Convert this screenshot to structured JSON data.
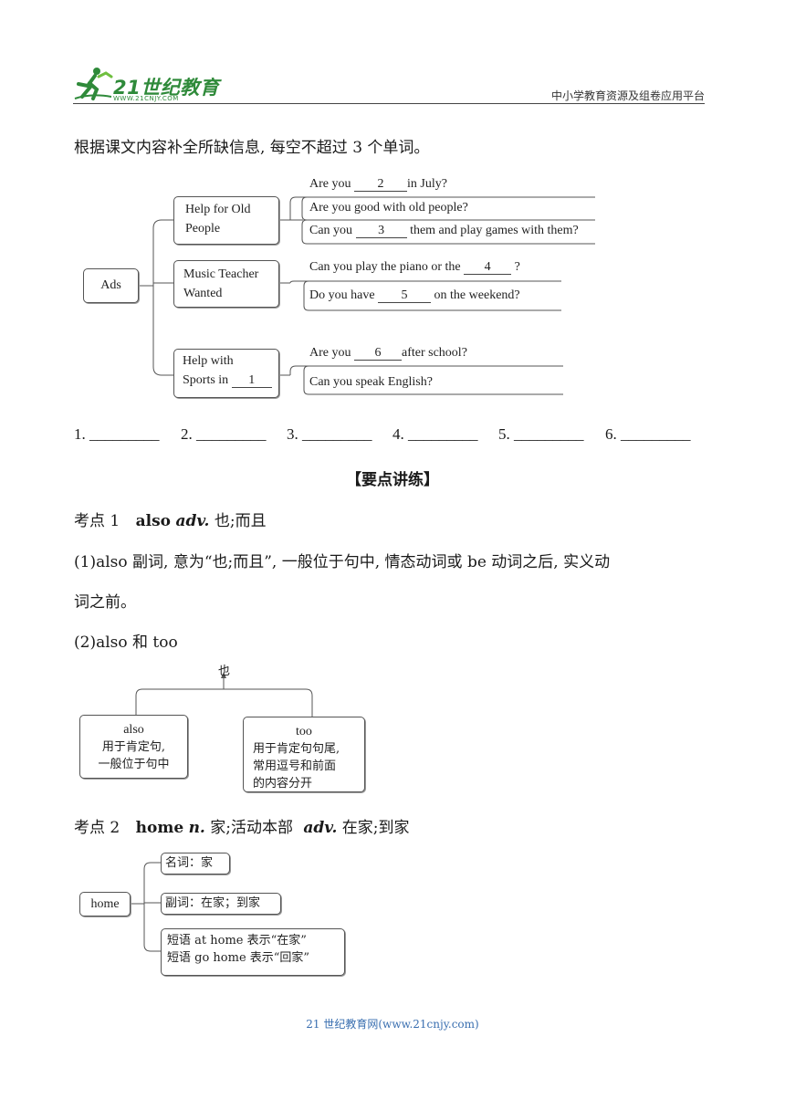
{
  "header": {
    "logo_text": "21世纪教育",
    "logo_sub": "WWW.21CNJY.COM",
    "right_text": "中小学教育资源及组卷应用平台"
  },
  "instruction": "根据课文内容补全所缺信息, 每空不超过 3 个单词。",
  "mindmap": {
    "root": "Ads",
    "branch1": {
      "line1": "Help for Old",
      "line2": "People",
      "q1_pre": "Are you",
      "q1_num": "2",
      "q1_post": "in July?",
      "q2": "Are you good with old people?",
      "q3_pre": "Can you",
      "q3_num": "3",
      "q3_post": "them and play games with them?"
    },
    "branch2": {
      "line1": "Music Teacher",
      "line2": "Wanted",
      "q1_pre": "Can you play the piano or the",
      "q1_num": "4",
      "q1_post": "?",
      "q2_pre": "Do you have",
      "q2_num": "5",
      "q2_post": "on the weekend?"
    },
    "branch3": {
      "line1": "Help with",
      "line2_pre": "Sports in",
      "line2_num": "1",
      "q1_pre": "Are you",
      "q1_num": "6",
      "q1_post": "after school?",
      "q2": "Can you speak English?"
    }
  },
  "answers": [
    "1. _________",
    "2. _________",
    "3. _________",
    "4. _________",
    "5. _________",
    "6. _________"
  ],
  "section_title": "【要点讲练】",
  "point1": {
    "label": "考点 1",
    "word": "also",
    "pos": "adv.",
    "meaning": "也;而且",
    "explain1": "(1)also 副词, 意为“也;而且”, 一般位于句中, 情态动词或 be 动词之后, 实义动",
    "explain2": "词之前。",
    "explain3": "(2)also 和 too",
    "diagram": {
      "top": "也",
      "left_title": "also",
      "left_l1": "用于肯定句,",
      "left_l2": "一般位于句中",
      "right_title": "too",
      "right_l1": "用于肯定句句尾,",
      "right_l2": "常用逗号和前面",
      "right_l3": "的内容分开"
    }
  },
  "point2": {
    "label": "考点 2",
    "word": "home",
    "pos1": "n.",
    "meaning1": "家;活动本部",
    "pos2": "adv.",
    "meaning2": "在家;到家",
    "diagram": {
      "root": "home",
      "b1": "名词：家",
      "b2": "副词：在家；到家",
      "b3_l1": "短语 at home 表示“在家”",
      "b3_l2": "短语 go home 表示“回家”"
    }
  },
  "footer": "21 世纪教育网(www.21cnjy.com)"
}
